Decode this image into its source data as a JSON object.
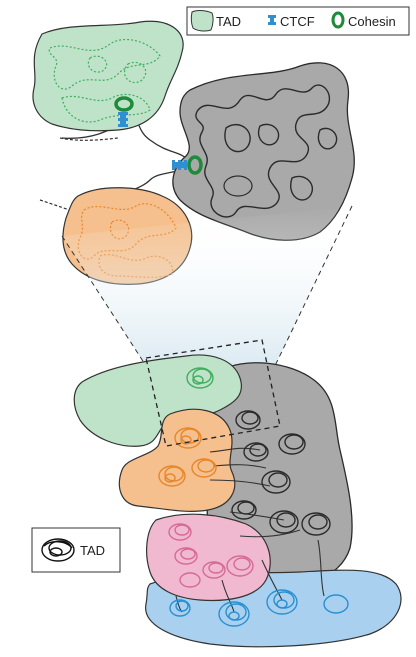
{
  "legend": {
    "tad_label": "TAD",
    "ctcf_label": "CTCF",
    "cohesin_label": "Cohesin"
  },
  "key": {
    "tad_label": "TAD"
  },
  "colors": {
    "green_fill": "#bfe3c9",
    "green_line": "#3fae5e",
    "gray_fill": "#a9a9a9",
    "gray_line": "#2b2b2b",
    "orange_fill": "#f5c08e",
    "orange_line": "#e8862a",
    "pink_fill": "#f0b9cf",
    "pink_line": "#d66a97",
    "blue_fill": "#a9d1ef",
    "blue_line": "#2a8fd1",
    "cone_fill": "#dcecf4",
    "ctcf": "#2f8fcf",
    "cohesin_ring": "#1f8a3a"
  }
}
